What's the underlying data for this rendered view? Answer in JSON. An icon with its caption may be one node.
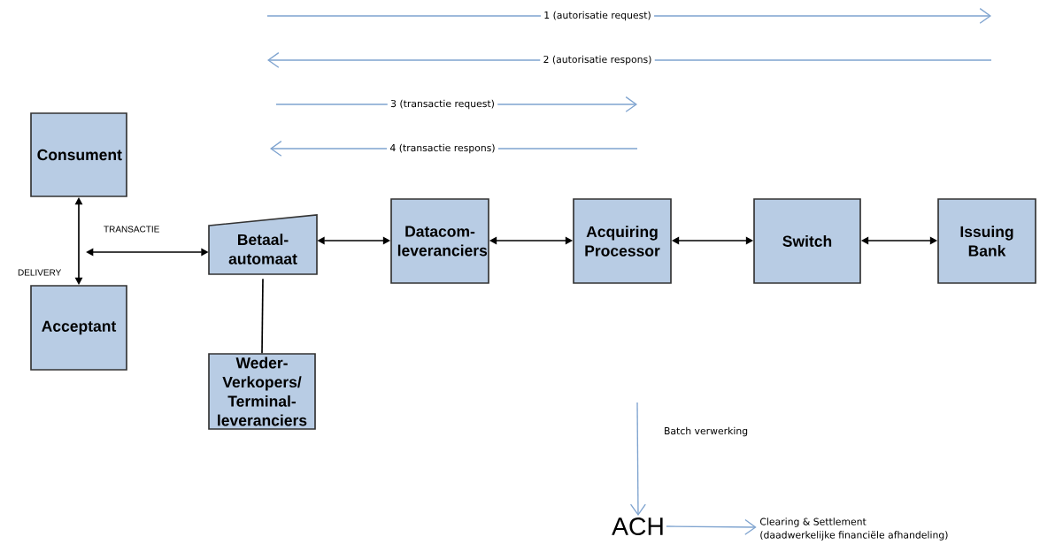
{
  "diagram": {
    "nodes": [
      {
        "text": [
          "Consument"
        ]
      },
      {
        "text": [
          "Acceptant"
        ]
      },
      {
        "text": [
          "Betaal- automaat"
        ]
      },
      {
        "text": [
          "Weder- Verkopers/ Terminal- leveranciers"
        ]
      },
      {
        "text": [
          "Datacom- leveranciers"
        ]
      },
      {
        "text": [
          "Acquiring Processor"
        ]
      },
      {
        "text": [
          "Switch"
        ]
      },
      {
        "text": [
          "Issuing Bank"
        ]
      },
      {
        "text": [
          "ACH"
        ]
      },
      {
        "text": [
          "Clearing & Settlement",
          "(daadwerkelijke financiële afhandeling)"
        ]
      }
    ],
    "edges": [
      {
        "from": 0,
        "to": 1,
        "arrow": "both",
        "label": "DELIVERY"
      },
      {
        "from": null,
        "to": 2,
        "arrow": "both",
        "label": "TRANSACTIE"
      },
      {
        "from": 2,
        "to": 4,
        "arrow": "both"
      },
      {
        "from": 4,
        "to": 5,
        "arrow": "both"
      },
      {
        "from": 5,
        "to": 6,
        "arrow": "both"
      },
      {
        "from": 6,
        "to": 7,
        "arrow": "both"
      },
      {
        "from": 2,
        "to": 3,
        "arrow": "none"
      },
      {
        "from": null,
        "to": 8,
        "arrow": "to",
        "label": "Batch verwerking",
        "color": "#7ea3cf"
      },
      {
        "from": 8,
        "to": 9,
        "arrow": "to",
        "color": "#7ea3cf"
      }
    ],
    "labels": [
      "1 (autorisatie request)",
      "2 (autorisatie respons)",
      "3  (transactie request)",
      "4  (transactie respons)"
    ]
  }
}
